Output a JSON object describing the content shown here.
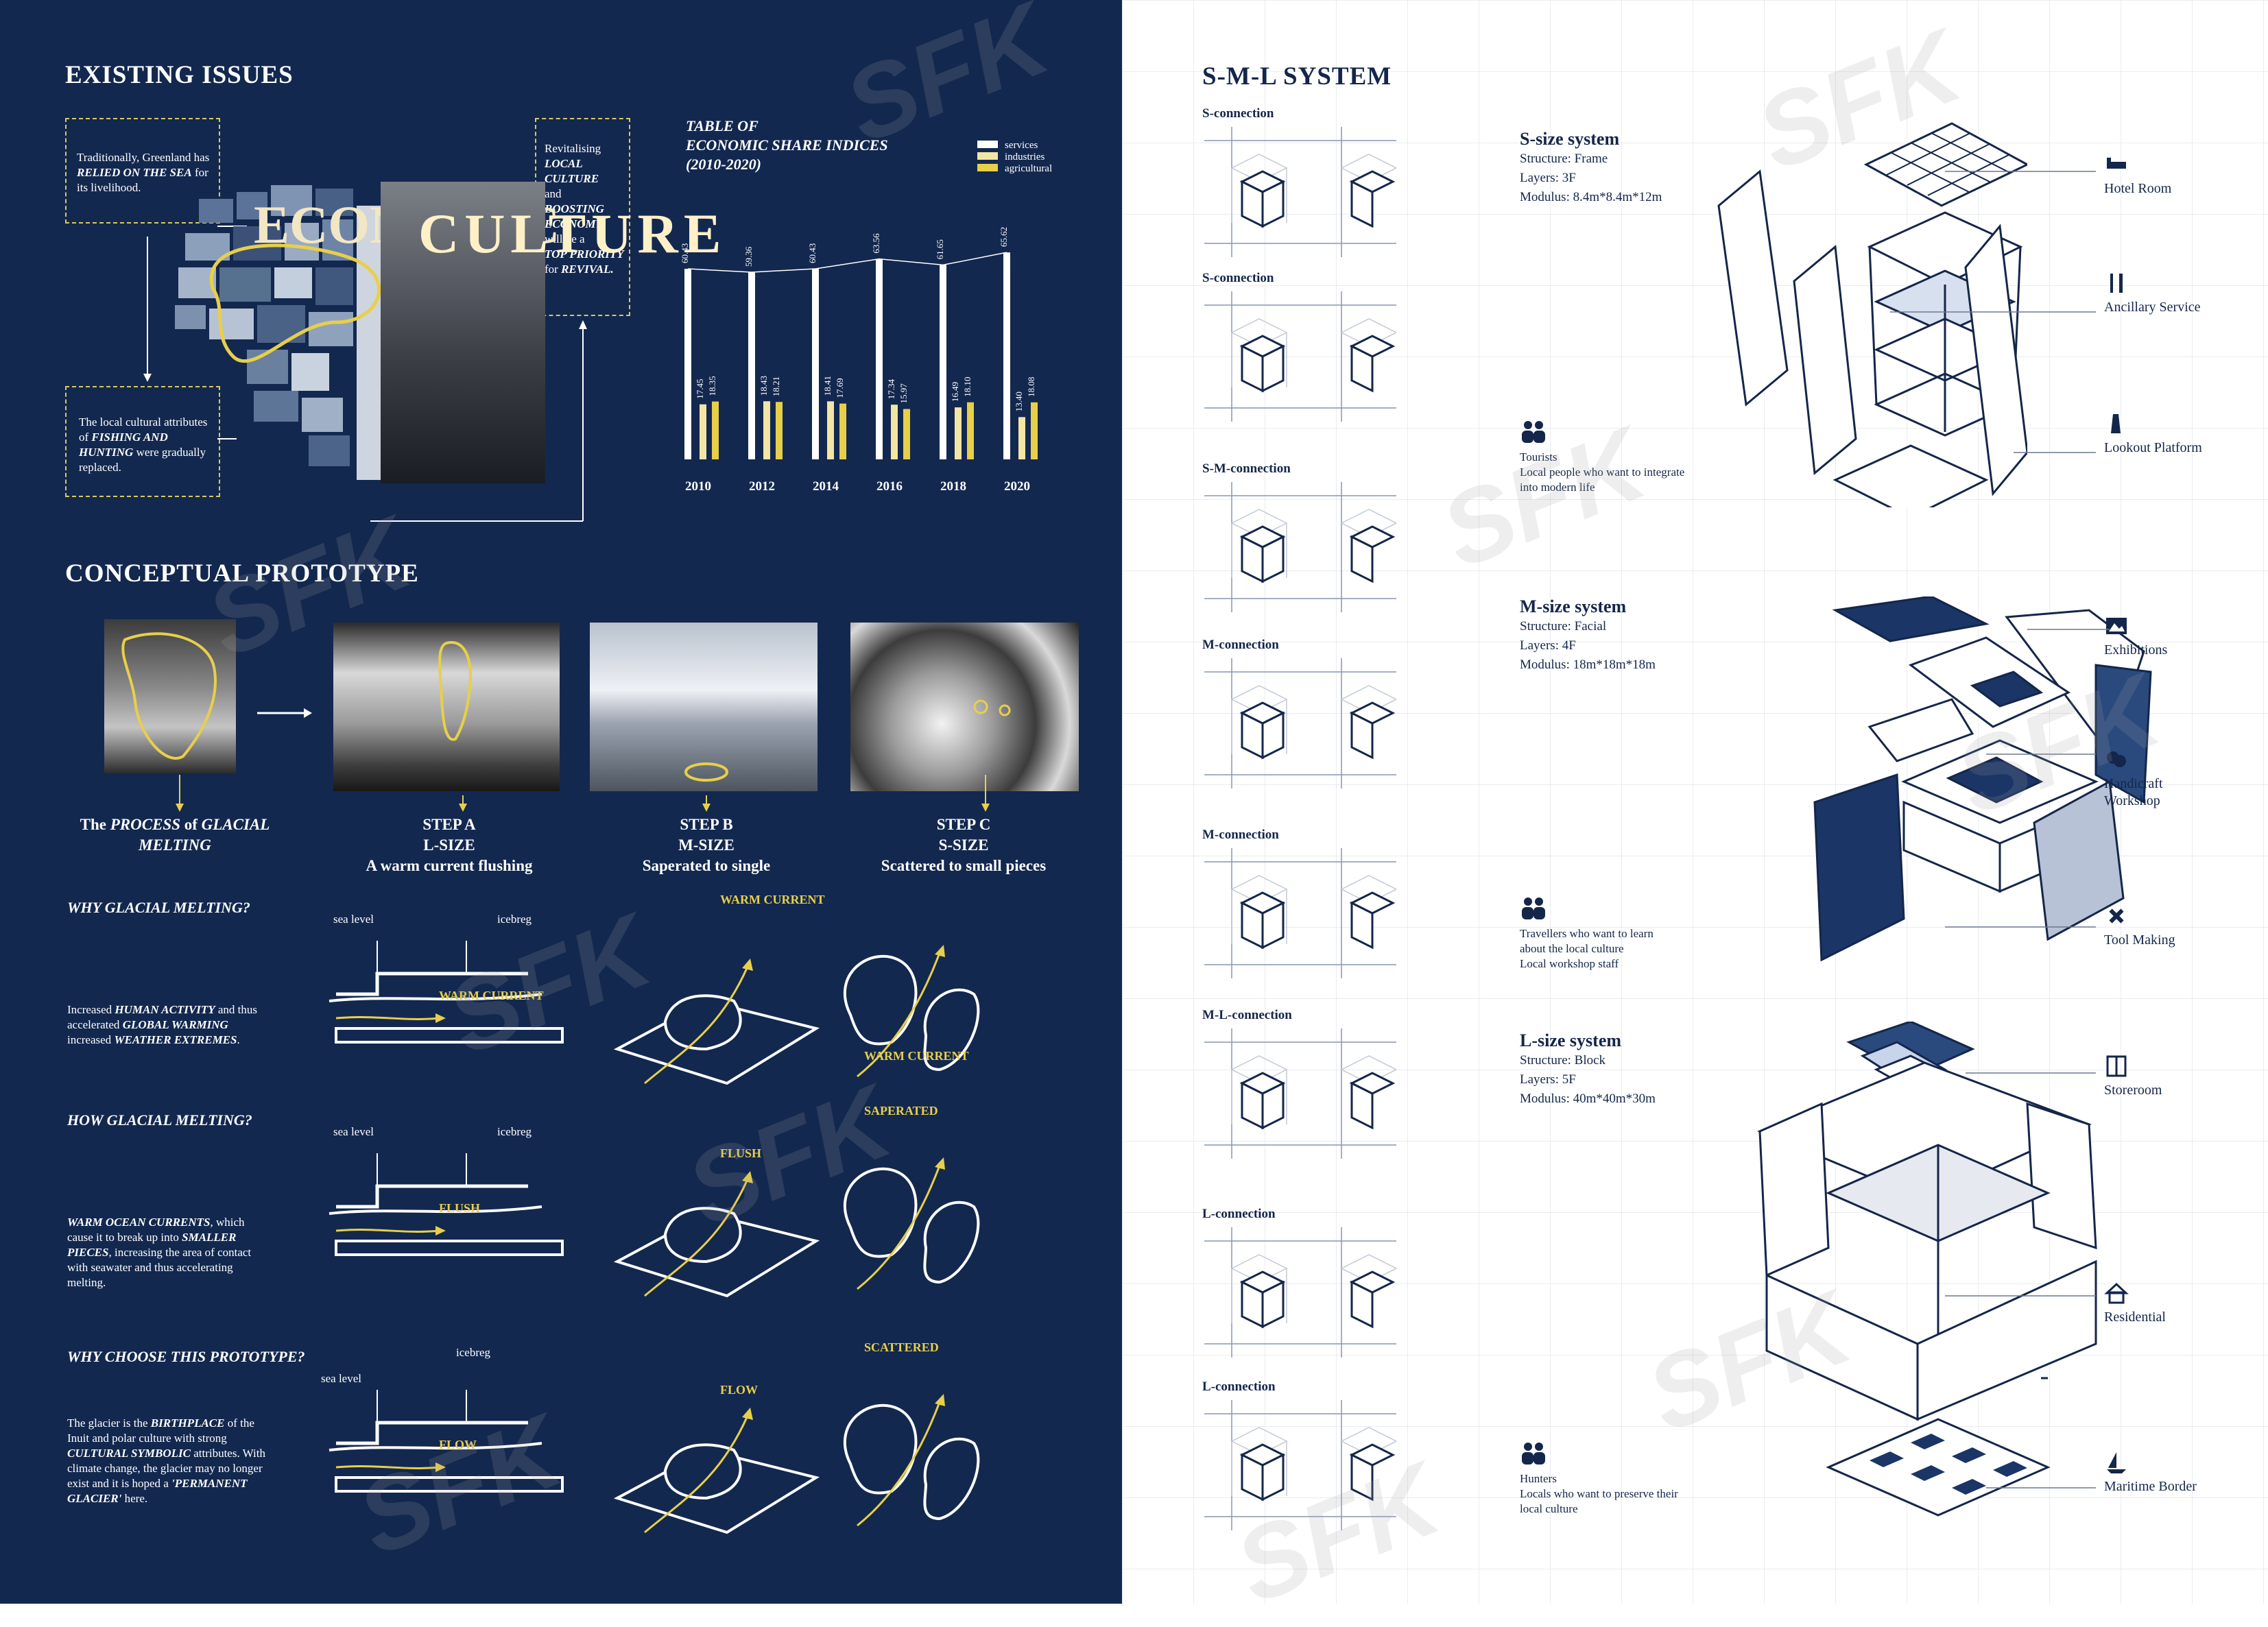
{
  "existing_issues": {
    "title": "EXISTING ISSUES",
    "note_sea_pre": "Traditionally, Greenland has ",
    "note_sea_em": "RELIED ON THE SEA",
    "note_sea_post": " for its livelihood.",
    "note_fish_pre": "The local cultural attributes of ",
    "note_fish_em": "FISHING AND HUNTING",
    "note_fish_post": " were gradually replaced.",
    "note_revive_1": "Revitalising",
    "note_revive_2": "LOCAL CULTURE",
    "note_revive_3": "and",
    "note_revive_4": "BOOSTING ECONOMY",
    "note_revive_5": "will be a",
    "note_revive_6": "TOP PRIORITY",
    "note_revive_7": "for",
    "note_revive_8": "REVIVAL.",
    "collage_word_left": "ECONOMIC",
    "collage_word_right": "CULTURE"
  },
  "chart_data": {
    "type": "bar",
    "title": "TABLE OF ECONOMIC SHARE INDICES (2010-2020)",
    "categories": [
      "2010",
      "2012",
      "2014",
      "2016",
      "2018",
      "2020"
    ],
    "series": [
      {
        "name": "services",
        "values": [
          60.43,
          59.36,
          60.43,
          63.56,
          61.65,
          65.62
        ]
      },
      {
        "name": "industries",
        "values": [
          17.45,
          18.43,
          18.41,
          17.34,
          16.49,
          13.4
        ]
      },
      {
        "name": "agricultural",
        "values": [
          18.35,
          18.21,
          17.69,
          15.97,
          18.1,
          18.08
        ]
      }
    ],
    "value_labels": {
      "services": [
        "60.43",
        "59.36",
        "60.43",
        "63.56",
        "61.65",
        "65.62"
      ],
      "industries": [
        "17.45",
        "18.43",
        "18.41",
        "17.34",
        "16.49",
        "13.40"
      ],
      "agricultural": [
        "18.35",
        "18.21",
        "17.69",
        "15.97",
        "18.10",
        "18.08"
      ]
    },
    "legend_position": "top-right",
    "colors": {
      "services": "#ffffff",
      "industries": "#f3e6a5",
      "agricultural": "#e8cf4a"
    }
  },
  "chart_title_line1": "TABLE OF",
  "chart_title_line2": "ECONOMIC SHARE INDICES",
  "chart_title_line3": "(2010-2020)",
  "prototype": {
    "title": "CONCEPTUAL PROTOTYPE",
    "step0_a": "The ",
    "step0_b": "PROCESS",
    "step0_c": " of ",
    "step0_d": "GLACIAL MELTING",
    "stepA_1": "STEP A",
    "stepA_2": "L-SIZE",
    "stepA_3": "A warm current flushing",
    "stepB_1": "STEP B",
    "stepB_2": "M-SIZE",
    "stepB_3": "Saperated to single",
    "stepC_1": "STEP C",
    "stepC_2": "S-SIZE",
    "stepC_3": "Scattered to small pieces"
  },
  "questions": [
    {
      "title": "WHY GLACIAL MELTING?",
      "body": [
        [
          "Increased ",
          ""
        ],
        [
          "HUMAN ACTIVITY",
          "em"
        ],
        [
          " and thus accelerated ",
          ""
        ],
        [
          "GLOBAL WARMING",
          "em"
        ],
        [
          " increased ",
          ""
        ],
        [
          "WEATHER EXTREMES",
          "em"
        ],
        [
          ".",
          ""
        ]
      ],
      "sea_level": "sea level",
      "iceberg": "icebreg",
      "label1": "WARM CURRENT",
      "label2": "WARM CURRENT",
      "label3": "WARM CURRENT"
    },
    {
      "title": "HOW GLACIAL MELTING?",
      "body": [
        [
          "WARM OCEAN CURRENTS",
          "em"
        ],
        [
          ", which cause it to break up into ",
          ""
        ],
        [
          "SMALLER PIECES",
          "em"
        ],
        [
          ", increasing the area of contact with seawater and thus accelerating melting.",
          ""
        ]
      ],
      "sea_level": "sea level",
      "iceberg": "icebreg",
      "label1": "FLUSH",
      "label2": "FLUSH",
      "label3": "SAPERATED"
    },
    {
      "title": "WHY CHOOSE THIS PROTOTYPE?",
      "body": [
        [
          "The glacier is the ",
          ""
        ],
        [
          "BIRTHPLACE",
          "em"
        ],
        [
          " of the Inuit and polar culture with strong ",
          ""
        ],
        [
          "CULTURAL SYMBOLIC",
          "em"
        ],
        [
          " attributes. With climate change, the glacier may no longer exist and it is hoped a ",
          ""
        ],
        [
          "'PERMANENT GLACIER'",
          "em"
        ],
        [
          " here.",
          ""
        ]
      ],
      "sea_level": "sea level",
      "iceberg": "icebreg",
      "label1": "FLOW",
      "label2": "FLOW",
      "label3": "SCATTERED"
    }
  ],
  "sml": {
    "title": "S-M-L SYSTEM",
    "connections": [
      "S-connection",
      "S-connection",
      "S-M-connection",
      "M-connection",
      "M-connection",
      "M-L-connection",
      "L-connection",
      "L-connection"
    ],
    "s_system": {
      "title": "S-size system",
      "structure": "Structure: Frame",
      "layers": "Layers: 3F",
      "modulus": "Modulus: 8.4m*8.4m*12m"
    },
    "m_system": {
      "title": "M-size system",
      "structure": "Structure: Facial",
      "layers": "Layers: 4F",
      "modulus": "Modulus: 18m*18m*18m"
    },
    "l_system": {
      "title": "L-size system",
      "structure": "Structure: Block",
      "layers": "Layers: 5F",
      "modulus": "Modulus: 40m*40m*30m"
    },
    "users_s": {
      "title": "Tourists",
      "desc": "Local people who want to integrate into modern life"
    },
    "users_m": {
      "line1": "Travellers who want to learn",
      "line2": "about the local culture",
      "line3": "Local workshop staff"
    },
    "users_l": {
      "title": "Hunters",
      "desc": "Locals who want to preserve their local culture"
    },
    "functions": [
      {
        "icon": "bed-icon",
        "label": "Hotel Room"
      },
      {
        "icon": "cutlery-icon",
        "label": "Ancillary Service"
      },
      {
        "icon": "lighthouse-icon",
        "label": "Lookout Platform"
      },
      {
        "icon": "picture-icon",
        "label": "Exhibitions"
      },
      {
        "icon": "masks-icon",
        "label": "Handicraft Workshop"
      },
      {
        "icon": "tools-icon",
        "label": "Tool Making"
      },
      {
        "icon": "storage-icon",
        "label": "Storeroom"
      },
      {
        "icon": "house-icon",
        "label": "Residential"
      },
      {
        "icon": "sailboat-icon",
        "label": "Maritime Border"
      }
    ]
  },
  "watermark_text": "SFK"
}
